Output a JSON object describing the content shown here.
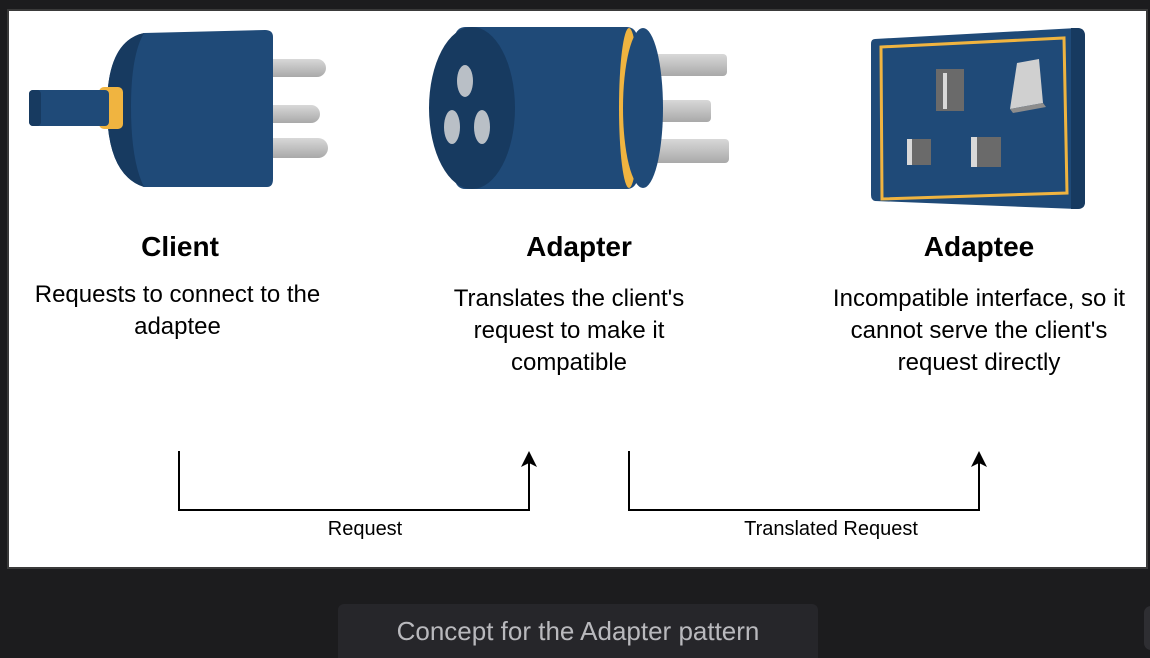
{
  "nodes": {
    "client": {
      "title": "Client",
      "description": "Requests to connect to the adaptee",
      "icon": "plug-icon"
    },
    "adapter": {
      "title": "Adapter",
      "description": "Translates the client's request to make it compatible",
      "icon": "adapter-plug-icon"
    },
    "adaptee": {
      "title": "Adaptee",
      "description": "Incompatible interface, so it cannot serve the client's request directly",
      "icon": "wall-socket-icon"
    }
  },
  "edges": {
    "request": {
      "from": "client",
      "to": "adapter",
      "label": "Request"
    },
    "translated": {
      "from": "adapter",
      "to": "adaptee",
      "label": "Translated Request"
    }
  },
  "caption": "Concept for the Adapter pattern",
  "colors": {
    "plug_body": "#1f4a78",
    "plug_dark": "#173a60",
    "accent_ring": "#f0b440",
    "prong": "#c8c8c8",
    "page_background": "#1c1c1e"
  }
}
